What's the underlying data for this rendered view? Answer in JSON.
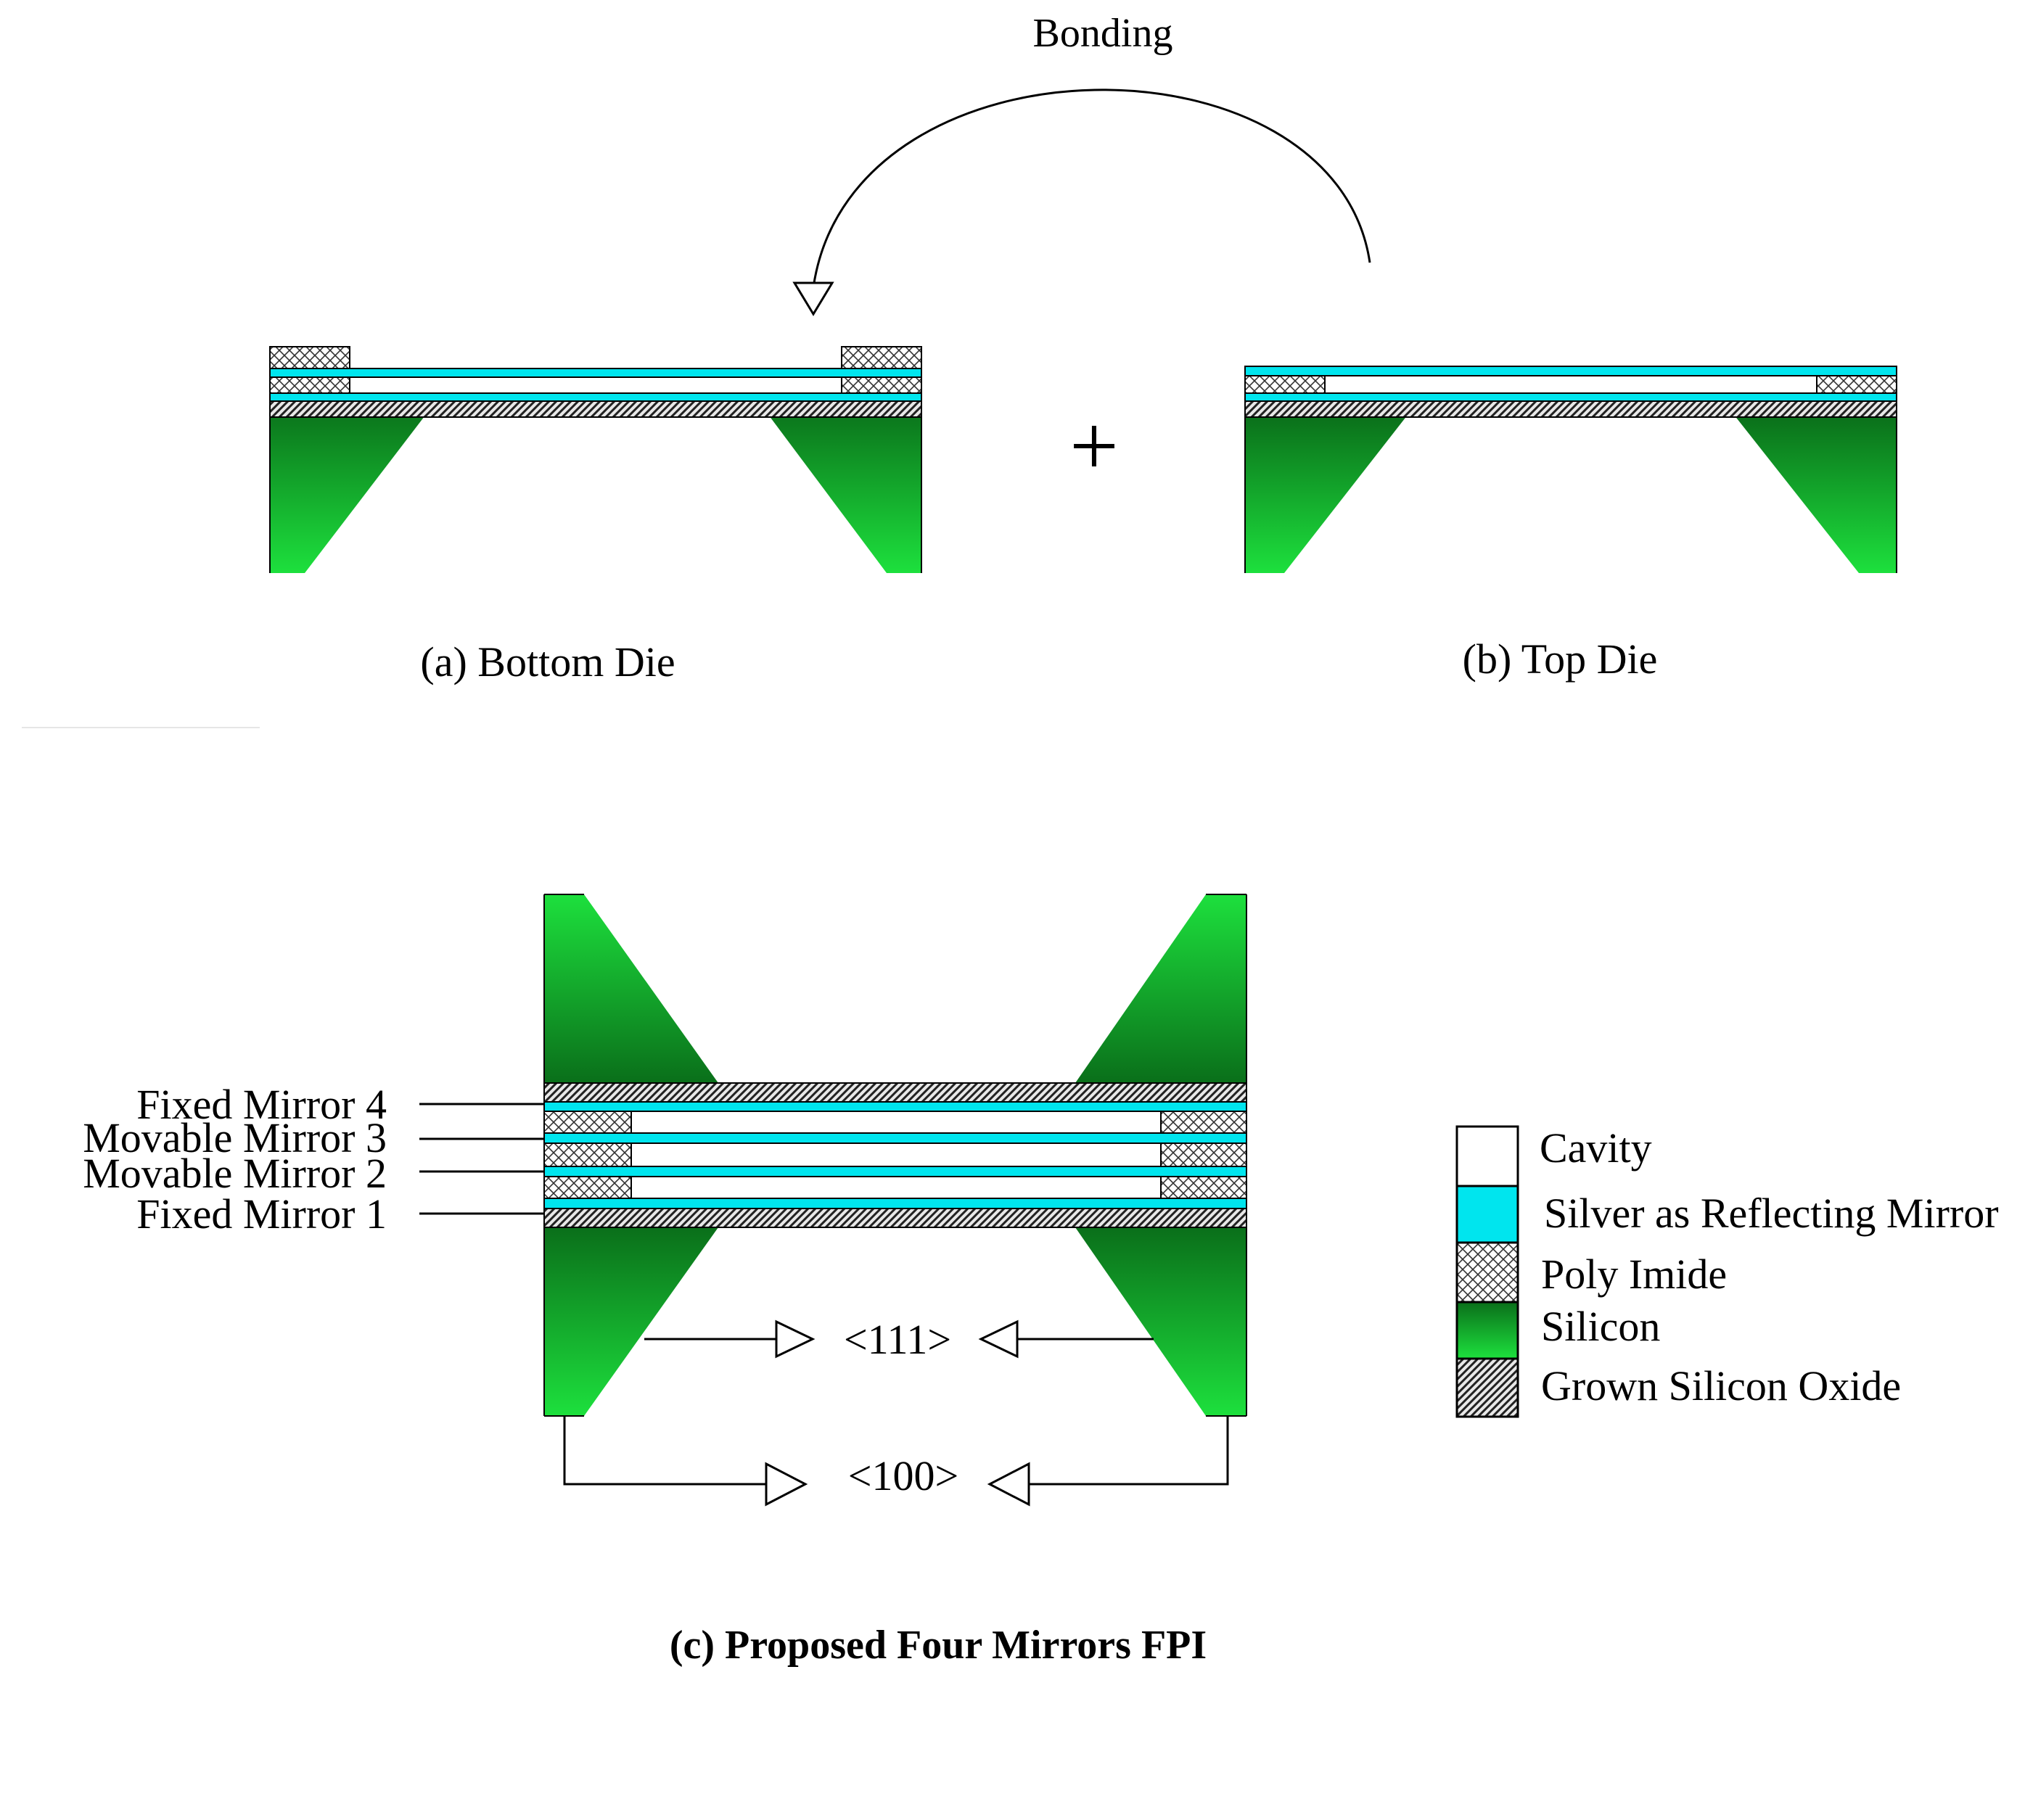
{
  "bonding_label": "Bonding",
  "plus_symbol": "+",
  "captions": {
    "bottom_die": "(a) Bottom Die",
    "top_die": "(b) Top Die",
    "proposed": "(c) Proposed Four Mirrors FPI"
  },
  "mirror_labels": {
    "m4": "Fixed Mirror 4",
    "m3": "Movable Mirror 3",
    "m2": "Movable Mirror 2",
    "m1": "Fixed Mirror 1"
  },
  "crystal_planes": {
    "p111": "<111>",
    "p100": "<100>"
  },
  "legend": {
    "cavity": "Cavity",
    "silver": "Silver as Reflecting Mirror",
    "polyimide": "Poly Imide",
    "silicon": "Silicon",
    "oxide": "Grown Silicon Oxide"
  },
  "colors": {
    "silver": "#00e5ee",
    "silicon_dark": "#0a6f1a",
    "silicon_light": "#19e03a",
    "cavity": "#ffffff",
    "line": "#000000"
  }
}
